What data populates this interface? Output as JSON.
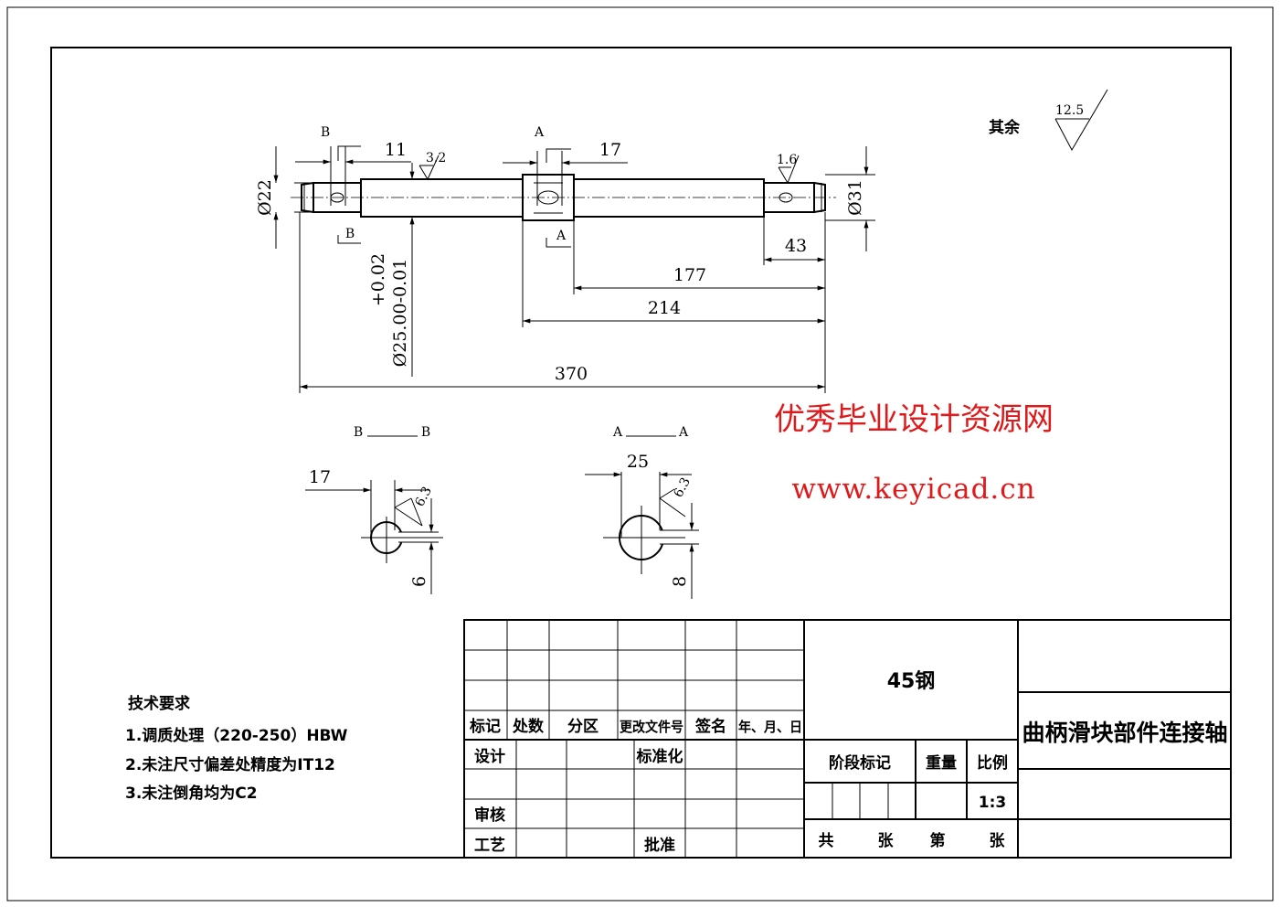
{
  "drawing": {
    "surface_finish_other_label": "其余",
    "surface_finish_other_value": "12.5",
    "dimensions": {
      "d22": "Ø22",
      "d31": "Ø31",
      "d11": "11",
      "d17": "17",
      "d43": "43",
      "d177": "177",
      "d214": "214",
      "d370": "370",
      "d25_tol_upper": "+0.02",
      "d25_tol_main": "Ø25.00-0.01"
    },
    "roughness": {
      "r1": "3.2",
      "r2": "1.6",
      "r3": "6.3",
      "r4": "6.3"
    },
    "section_marks": {
      "a": "A",
      "b": "B"
    },
    "section_b": {
      "title_left": "B",
      "title_right": "B",
      "width": "17",
      "depth": "6"
    },
    "section_a": {
      "title_left": "A",
      "title_right": "A",
      "width": "25",
      "depth": "8"
    }
  },
  "watermark": {
    "line1": "优秀毕业设计资源网",
    "line2": "www.keyicad.cn"
  },
  "tech_requirements": {
    "title": "技术要求",
    "items": [
      "1.调质处理（220-250）HBW",
      "2.未注尺寸偏差处精度为IT12",
      "3.未注倒角均为C2"
    ]
  },
  "title_block": {
    "header": [
      "标记",
      "处数",
      "分区",
      "更改文件号",
      "签名",
      "年、月、日"
    ],
    "design": "设计",
    "standardize": "标准化",
    "review": "审核",
    "process": "工艺",
    "approve": "批准",
    "material": "45钢",
    "stage_mark": "阶段标记",
    "weight": "重量",
    "scale_label": "比例",
    "scale_value": "1:3",
    "total": "共",
    "sheets1": "张",
    "sheet_no": "第",
    "sheets2": "张",
    "part_name": "曲柄滑块部件连接轴"
  }
}
